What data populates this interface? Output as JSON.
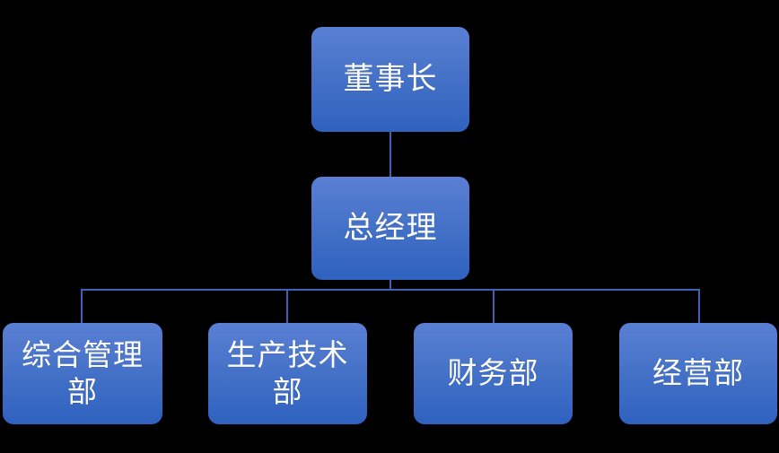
{
  "chart": {
    "type": "org-chart",
    "title": "",
    "background_color": "#000000",
    "node_fill_top": "#5a7fd4",
    "node_fill_bottom": "#2f61bf",
    "connector_color": "#3f62b5",
    "text_color": "#ffffff",
    "levels": 3,
    "nodes": [
      {
        "id": "chairman",
        "label": "董事长",
        "level": 1,
        "parent": null
      },
      {
        "id": "gm",
        "label": "总经理",
        "level": 2,
        "parent": "chairman"
      },
      {
        "id": "dept1",
        "label": "综合管理部",
        "level": 3,
        "parent": "gm"
      },
      {
        "id": "dept2",
        "label": "生产技术部",
        "level": 3,
        "parent": "gm"
      },
      {
        "id": "dept3",
        "label": "财务部",
        "level": 3,
        "parent": "gm"
      },
      {
        "id": "dept4",
        "label": "经营部",
        "level": 3,
        "parent": "gm"
      }
    ]
  }
}
